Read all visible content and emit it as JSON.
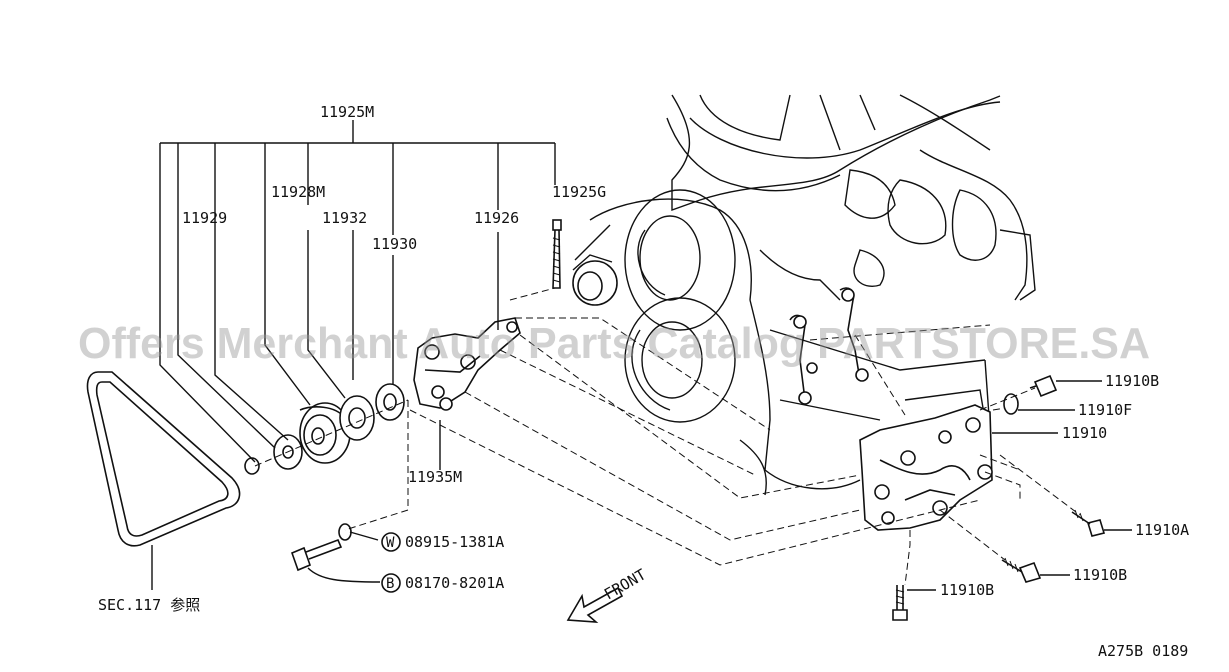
{
  "watermark": "Offers Merchant Auto Parts Catalog PARTSTORE.SA",
  "diagram_code": "A275B 0189",
  "front_label": "FRONT",
  "section_ref": "SEC.117 参照",
  "labels": {
    "p11925M": "11925M",
    "p11929": "11929",
    "p11928M": "11928M",
    "p11932": "11932",
    "p11930": "11930",
    "p11926": "11926",
    "p11925G": "11925G",
    "p11935M": "11935M",
    "p11910B_top": "11910B",
    "p11910F": "11910F",
    "p11910": "11910",
    "p11910A": "11910A",
    "p11910B_mid": "11910B",
    "p11910B_low": "11910B"
  },
  "callouts": {
    "washer_part": "08915-1381A",
    "washer_symbol": "W",
    "bolt_part": "08170-8201A",
    "bolt_symbol": "B"
  }
}
